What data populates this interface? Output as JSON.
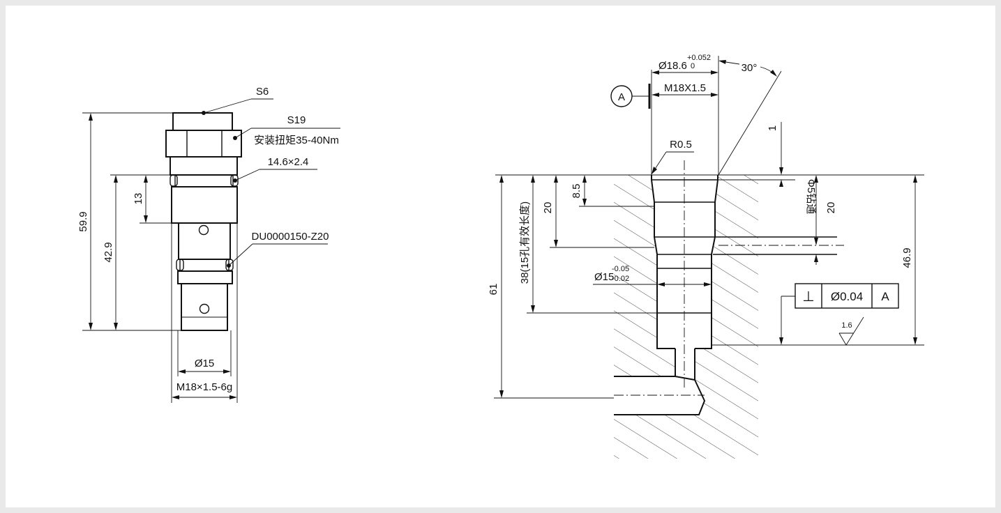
{
  "left_view": {
    "callouts": {
      "s6": "S6",
      "s19": "S19",
      "torque": "安装扭矩35-40Nm",
      "oring_top": "14.6×2.4",
      "oring_bottom": "DU0000150-Z20"
    },
    "dims": {
      "total_length": "59.9",
      "length_42": "42.9",
      "length_13": "13",
      "dia_15": "Ø15",
      "thread": "M18×1.5-6g"
    }
  },
  "right_view": {
    "dims": {
      "dia_18": "Ø18.6",
      "dia_18_tol_upper": "+0.052",
      "dia_18_tol_lower": "0",
      "thread": "M18X1.5",
      "angle": "30°",
      "radius": "R0.5",
      "dim_1": "1",
      "dim_8_5": "8.5",
      "dim_20_left": "20",
      "dim_38": "38(15孔有效长度)",
      "dim_61": "61",
      "drill": "Φ5钻通",
      "dim_20_right": "20",
      "dim_46_9": "46.9",
      "dia_15": "Ø15",
      "dia_15_tol_upper": "-0.05",
      "dia_15_tol_lower": "-0.02"
    },
    "datum": "A",
    "tolerance_frame": {
      "symbol": "⊥",
      "value": "Ø0.04",
      "datum": "A"
    },
    "roughness": "1.6"
  }
}
